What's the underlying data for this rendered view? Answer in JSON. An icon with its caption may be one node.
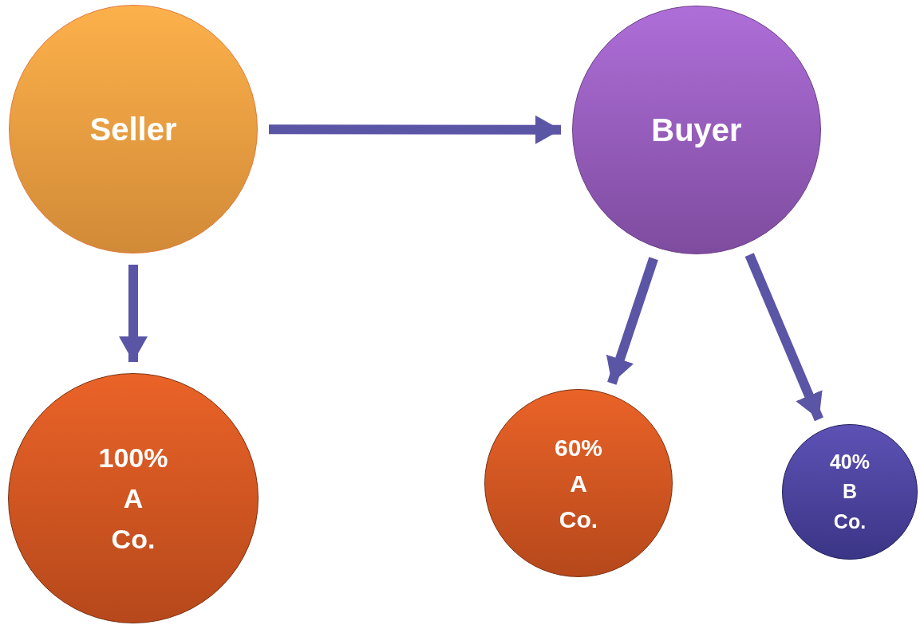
{
  "diagram": {
    "nodes": [
      {
        "text": [
          "Seller"
        ]
      },
      {
        "text": [
          "Buyer"
        ]
      },
      {
        "text": [
          "100% A Co."
        ]
      },
      {
        "text": [
          "60% A Co."
        ]
      },
      {
        "text": [
          "40% B Co."
        ]
      }
    ],
    "edges": [
      {
        "from": 0,
        "to": 1,
        "arrow": "to"
      },
      {
        "from": 0,
        "to": 2,
        "arrow": "to"
      },
      {
        "from": 1,
        "to": 3,
        "arrow": "to"
      },
      {
        "from": 1,
        "to": 4,
        "arrow": "to"
      }
    ]
  }
}
